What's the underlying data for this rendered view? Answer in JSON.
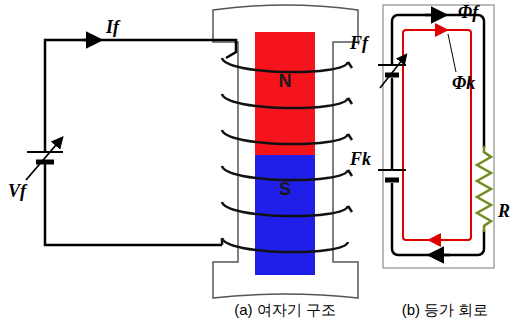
{
  "diagram": {
    "nodes": [
      {
        "text": [
          "N"
        ]
      },
      {
        "text": [
          "S"
        ]
      }
    ],
    "edges": [],
    "labels": [
      "If",
      "Vf",
      "Φf",
      "Φk",
      "Ff",
      "Fk",
      "R",
      "(a) 여자기 구조",
      "(b) 등가 회로"
    ]
  }
}
